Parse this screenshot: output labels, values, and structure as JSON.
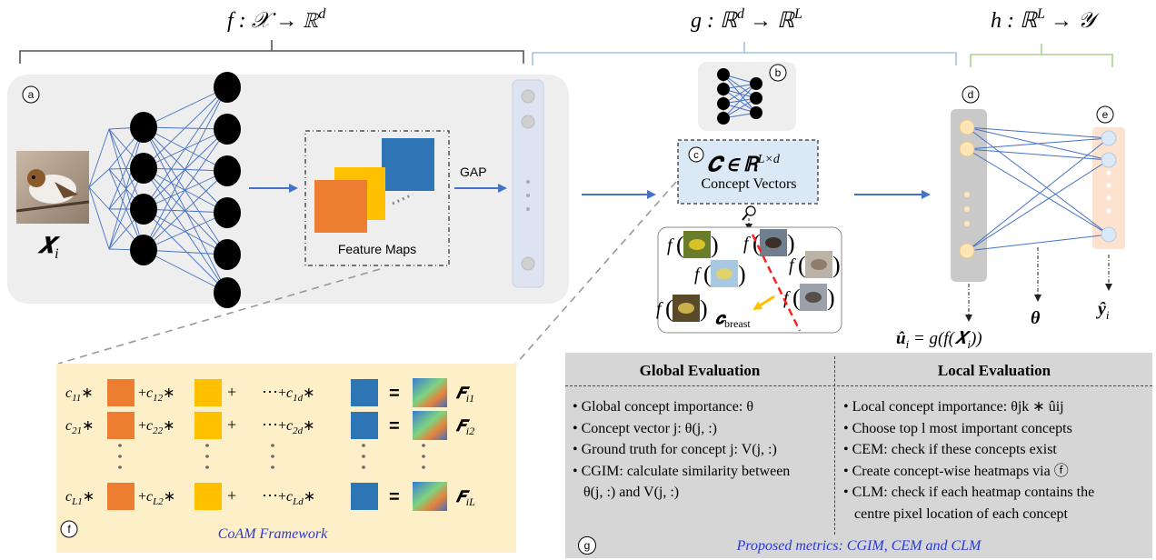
{
  "headers": {
    "f": "f : 𝒳 → ℝ",
    "f_sup": "d",
    "g": "g : ℝ",
    "g_sup1": "d",
    "g_arrow": " → ℝ",
    "g_sup2": "L",
    "h": "h : ℝ",
    "h_sup": "L",
    "h_tail": " → 𝒴"
  },
  "badges": {
    "a": "a",
    "b": "b",
    "c": "c",
    "d": "d",
    "e": "e",
    "f": "f",
    "g": "g"
  },
  "input": {
    "symbol": "𝑿",
    "sub": "i"
  },
  "feature_maps_label": "Feature Maps",
  "gap_label": "GAP",
  "concept": {
    "formula_main": "𝑪 ∈ ℝ",
    "formula_sup": "L×d",
    "label": "Concept Vectors",
    "breast_symbol": "𝒄",
    "breast_sub": "breast",
    "f_letter": "f"
  },
  "outputs": {
    "u_lhs": "û",
    "u_sub": "i",
    "u_rhs": " = g(f(𝑿",
    "u_rhs_sub": "i",
    "u_close": "))",
    "theta": "θ",
    "y_hat": "ŷ",
    "y_sub": "i"
  },
  "coam": {
    "caption": "CoAM Framework",
    "rows": [
      {
        "c1": "c",
        "c1_sub": "11",
        "c2": "c",
        "c2_sub": "12",
        "c3": "c",
        "c3_sub": "1d",
        "F": "𝑭",
        "F_sub": "i1"
      },
      {
        "c1": "c",
        "c1_sub": "21",
        "c2": "c",
        "c2_sub": "22",
        "c3": "c",
        "c3_sub": "2d",
        "F": "𝑭",
        "F_sub": "i2"
      },
      {
        "c1": "c",
        "c1_sub": "L1",
        "c2": "c",
        "c2_sub": "L2",
        "c3": "c",
        "c3_sub": "Ld",
        "F": "𝑭",
        "F_sub": "iL"
      }
    ],
    "star": "∗",
    "plus": "+",
    "equals": "=",
    "dots": "⋯"
  },
  "evaluation": {
    "global_heading": "Global Evaluation",
    "local_heading": "Local Evaluation",
    "global_items": [
      "• Global concept importance: θ",
      "• Concept vector j: θ(j, :)",
      "• Ground truth for concept j: V(j, :)",
      "• CGIM: calculate similarity between",
      "θ(j, :) and V(j, :)"
    ],
    "local_items": [
      "• Local concept importance: θjk ∗ ûij",
      "• Choose top l most important concepts",
      "• CEM: check if these concepts exist",
      "• Create concept-wise heatmaps via ⓕ",
      "• CLM: check if each heatmap contains the",
      "centre pixel location of each concept"
    ],
    "caption": "Proposed metrics: CGIM, CEM and CLM"
  },
  "colors": {
    "orange": "#ed7d31",
    "yellow": "#ffc000",
    "blue": "#2e75b6",
    "arrow_blue": "#4472c4",
    "coam_bg": "#fdf0c8",
    "panel_grey": "#eeeeee",
    "bracket_dark": "#555555",
    "bracket_blue": "#9dc3e6",
    "bracket_green": "#a9d18e",
    "eval_bg": "#d6d6d6",
    "caption_blue": "#2a38d6"
  }
}
